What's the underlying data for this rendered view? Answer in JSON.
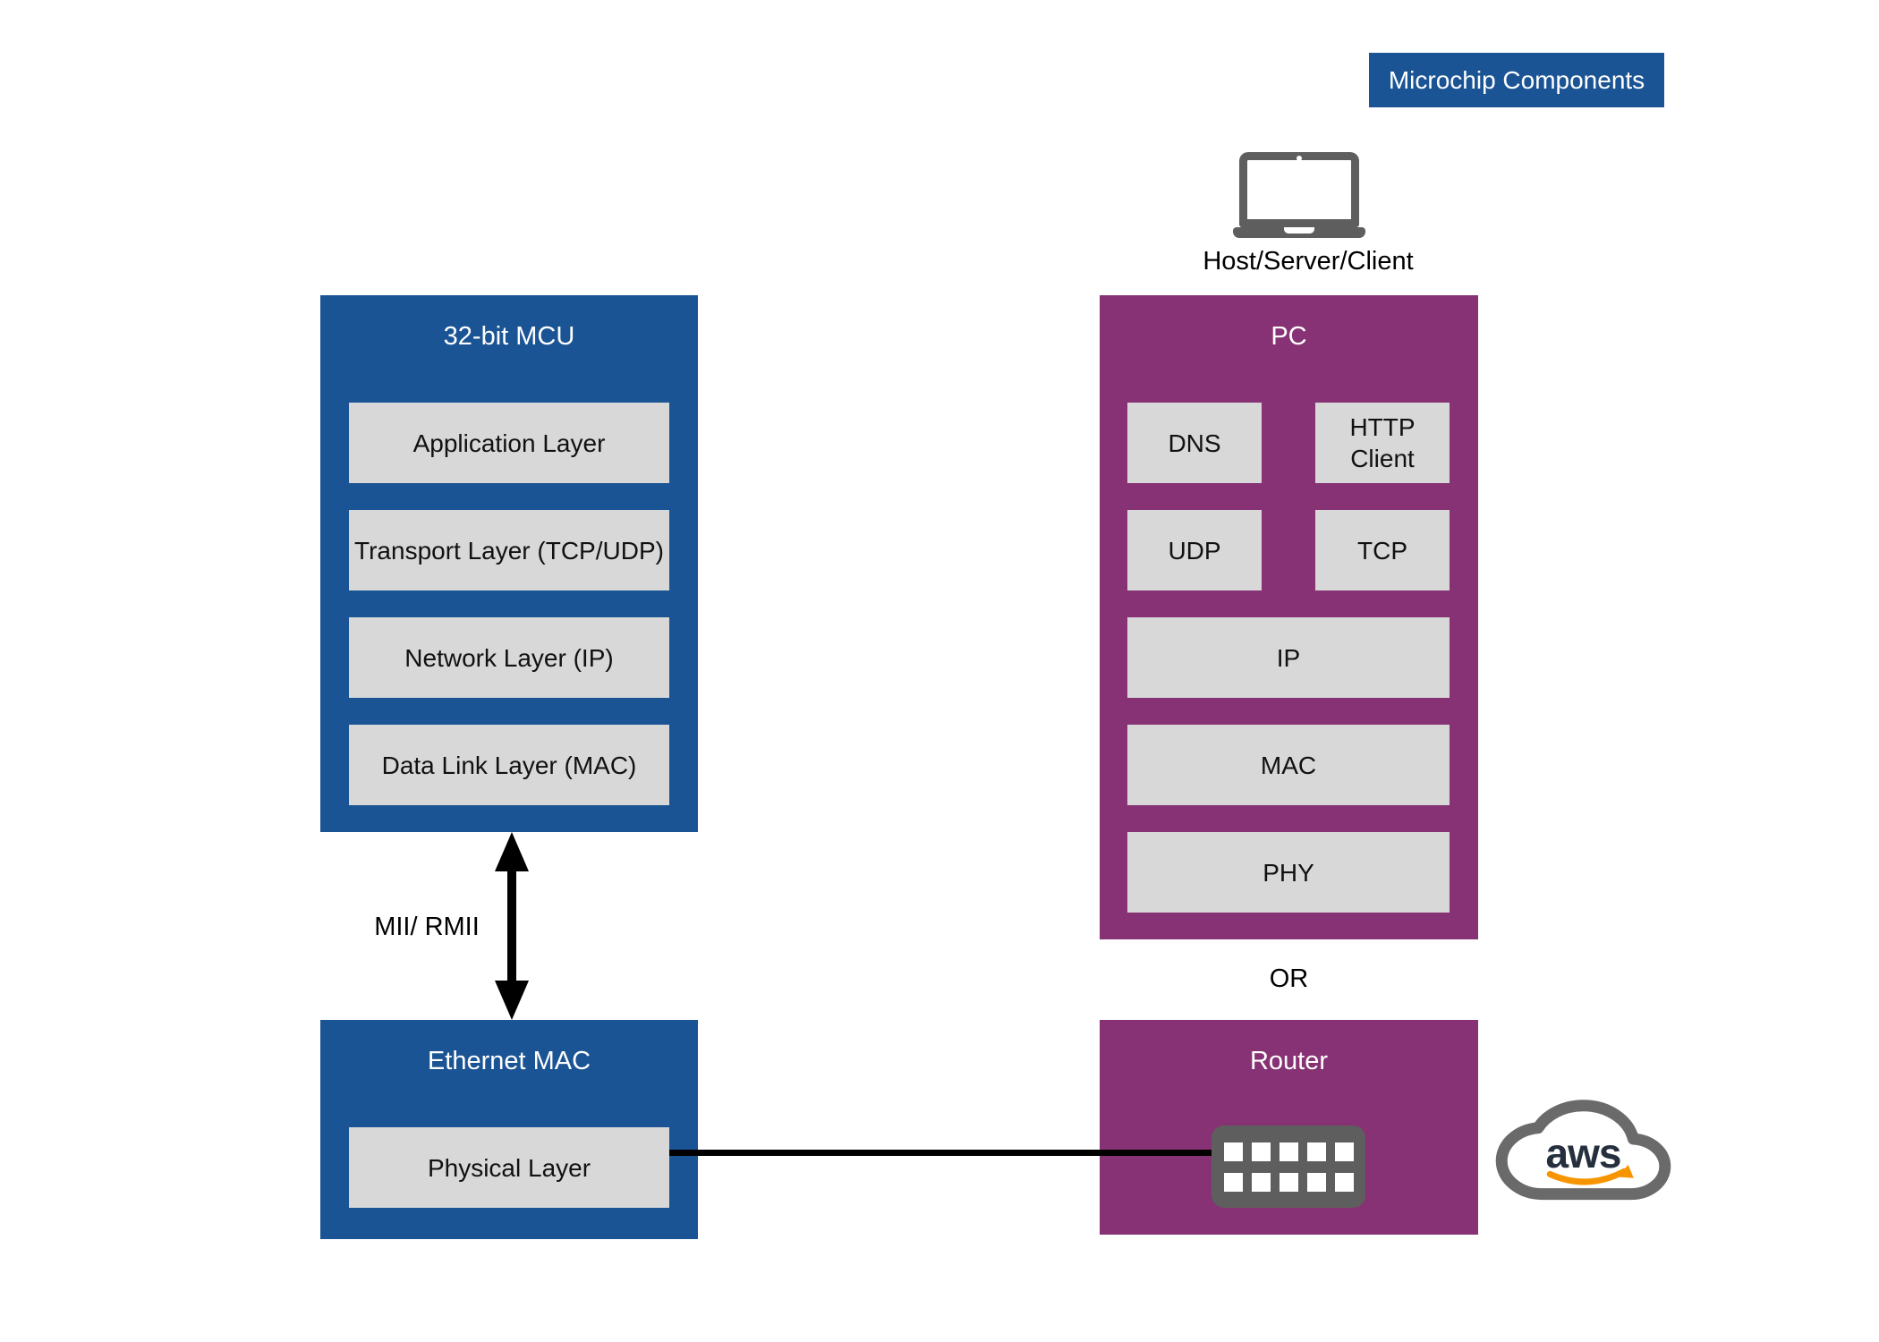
{
  "badge": {
    "label": "Microchip Components"
  },
  "host": {
    "label": "Host/Server/Client"
  },
  "mcu": {
    "title": "32-bit MCU",
    "layers": [
      "Application Layer",
      "Transport Layer (TCP/UDP)",
      "Network Layer (IP)",
      "Data Link Layer (MAC)"
    ]
  },
  "pc": {
    "title": "PC",
    "cells": [
      "DNS",
      "HTTP Client",
      "UDP",
      "TCP",
      "IP",
      "MAC",
      "PHY"
    ]
  },
  "or_label": "OR",
  "mii_label": "MII/ RMII",
  "ethernet_mac": {
    "title": "Ethernet MAC",
    "layers": [
      "Physical Layer"
    ]
  },
  "router": {
    "title": "Router"
  },
  "aws": {
    "label": "aws"
  },
  "colors": {
    "box_blue": "#1B5494",
    "box_purple": "#873274",
    "layer_gray": "#D8D8D8",
    "icon_gray": "#5E5E5E",
    "cloud_gray": "#6A6A6A",
    "aws_navy": "#252F3E",
    "aws_orange": "#F79500",
    "line_black": "#000000"
  }
}
